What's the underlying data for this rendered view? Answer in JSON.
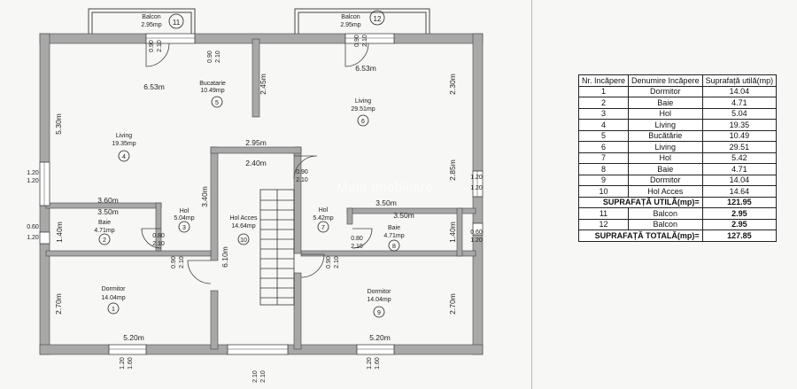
{
  "rooms": [
    {
      "name": "Balcon",
      "area": "2.95mp",
      "num": "11"
    },
    {
      "name": "Balcon",
      "area": "2.95mp",
      "num": "12"
    },
    {
      "name": "Living",
      "area": "19.35mp",
      "num": "4"
    },
    {
      "name": "Bucatarie",
      "area": "10.49mp",
      "num": "5"
    },
    {
      "name": "Living",
      "area": "29.51mp",
      "num": "6"
    },
    {
      "name": "Baie",
      "area": "4.71mp",
      "num": "2"
    },
    {
      "name": "Hol",
      "area": "5.04mp",
      "num": "3"
    },
    {
      "name": "Hol Acces",
      "area": "14.64mp",
      "num": "10"
    },
    {
      "name": "Hol",
      "area": "5.42mp",
      "num": "7"
    },
    {
      "name": "Baie",
      "area": "4.71mp",
      "num": "8"
    },
    {
      "name": "Dormitor",
      "area": "14.04mp",
      "num": "1"
    },
    {
      "name": "Dormitor",
      "area": "14.04mp",
      "num": "9"
    }
  ],
  "dimensions": [
    "6.53m",
    "6.53m",
    "5.30m",
    "2.45m",
    "2.30m",
    "2.95m",
    "2.40m",
    "2.85m",
    "3.60m",
    "3.50m",
    "3.40m",
    "3.50m",
    "3.50m",
    "1.40m",
    "1.40m",
    "6.10m",
    "2.70m",
    "2.70m",
    "5.20m",
    "5.20m"
  ],
  "openings": [
    {
      "a": "0.90",
      "b": "2.10"
    },
    {
      "a": "0.90",
      "b": "2.10"
    },
    {
      "a": "0.90",
      "b": "2.10"
    },
    {
      "a": "0.90",
      "b": "2.10"
    },
    {
      "a": "0.80",
      "b": "2.10"
    },
    {
      "a": "0.80",
      "b": "2.10"
    },
    {
      "a": "0.90",
      "b": "2.10"
    },
    {
      "a": "0.90",
      "b": "2.10"
    },
    {
      "a": "1.20",
      "b": "1.20"
    },
    {
      "a": "1.20",
      "b": "1.20"
    },
    {
      "a": "0.60",
      "b": "1.20"
    },
    {
      "a": "0.60",
      "b": "1.20"
    },
    {
      "a": "1.20",
      "b": "1.60"
    },
    {
      "a": "1.20",
      "b": "1.60"
    },
    {
      "a": "2.10",
      "b": "2.10"
    }
  ],
  "watermark": "Maia Imobiliare",
  "table": {
    "headers": [
      "Nr. Incăpere",
      "Denumire Incăpere",
      "Suprafață utilă(mp)"
    ],
    "rows": [
      [
        "1",
        "Dormitor",
        "14.04"
      ],
      [
        "2",
        "Baie",
        "4.71"
      ],
      [
        "3",
        "Hol",
        "5.04"
      ],
      [
        "4",
        "Living",
        "19.35"
      ],
      [
        "5",
        "Bucătărie",
        "10.49"
      ],
      [
        "6",
        "Living",
        "29.51"
      ],
      [
        "7",
        "Hol",
        "5.42"
      ],
      [
        "8",
        "Baie",
        "4.71"
      ],
      [
        "9",
        "Dormitor",
        "14.04"
      ],
      [
        "10",
        "Hol Acces",
        "14.64"
      ]
    ],
    "total_useful_label": "SUPRAFAȚĂ UTILĂ(mp)=",
    "total_useful_value": "121.95",
    "balcony_rows": [
      [
        "11",
        "Balcon",
        "2.95"
      ],
      [
        "12",
        "Balcon",
        "2.95"
      ]
    ],
    "total_label": "SUPRAFAȚĂ TOTALĂ(mp)=",
    "total_value": "127.85"
  }
}
